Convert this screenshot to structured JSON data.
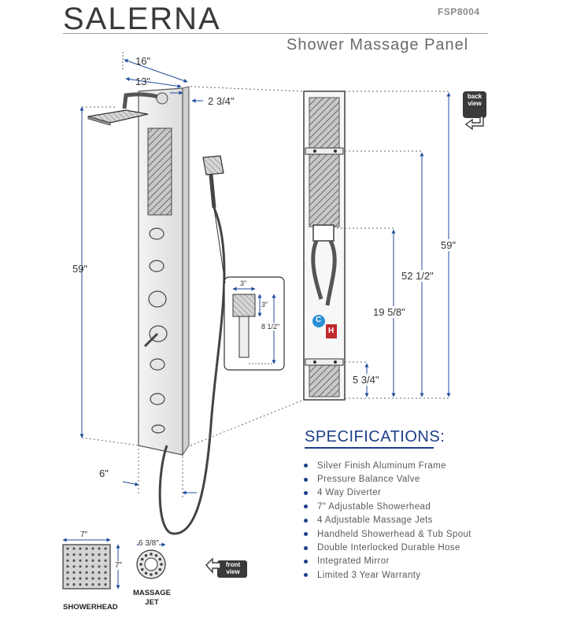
{
  "header": {
    "brand": "SALERNA",
    "model": "FSP8004",
    "subtitle": "Shower Massage Panel"
  },
  "front_view": {
    "width_total": "16\"",
    "width_panel": "13\"",
    "depth": "2 3/4\"",
    "height": "59\"",
    "base_offset": "6\""
  },
  "handheld_detail": {
    "head_width": "3\"",
    "head_height": "3\"",
    "total_length": "8 1/2\""
  },
  "back_view": {
    "badge": [
      "back",
      "view"
    ],
    "height_total": "59\"",
    "height_upper": "52 1/2\"",
    "height_valve": "19 5/8\"",
    "height_base": "5 3/4\"",
    "cold_label": "C",
    "hot_label": "H"
  },
  "specifications": {
    "title": "SPECIFICATIONS:",
    "items": [
      "Silver Finish Aluminum Frame",
      "Pressure Balance Valve",
      "4 Way Diverter",
      "7\" Adjustable Showerhead",
      "4 Adjustable Massage Jets",
      "Handheld Showerhead & Tub Spout",
      "Double Interlocked Durable Hose",
      "Integrated Mirror",
      "Limited 3 Year Warranty"
    ]
  },
  "showerhead_detail": {
    "width": "7\"",
    "height": "7\"",
    "caption": "SHOWERHEAD"
  },
  "massage_jet_detail": {
    "size": "6 3/8\"",
    "caption": [
      "MASSAGE",
      "JET"
    ]
  },
  "front_badge": [
    "front",
    "view"
  ],
  "colors": {
    "accent_blue": "#1d3f8a",
    "dimension_line": "#1f4e9c",
    "hot": "#c0282d",
    "cold": "#2a8fd6"
  }
}
